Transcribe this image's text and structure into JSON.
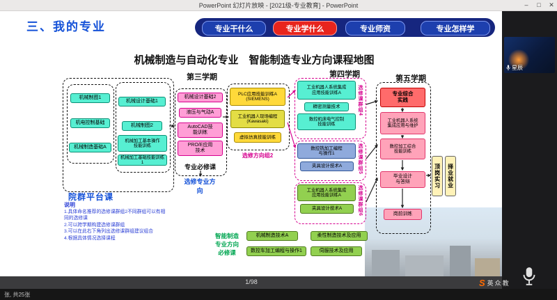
{
  "window": {
    "title": "PowerPoint 幻灯片放映 - [2021级-专业教育] - PowerPoint",
    "minimize": "–",
    "maximize": "□",
    "close": "✕"
  },
  "meeting": {
    "participant": "星辰",
    "page_indicator": "1/98",
    "slide_count": "张, 共25张",
    "logo_mark": "S",
    "logo_text": "英众教"
  },
  "slide": {
    "title": "三、我的专业",
    "nav": [
      {
        "label": "专业干什么"
      },
      {
        "label": "专业学什么"
      },
      {
        "label": "专业师资"
      },
      {
        "label": "专业怎样学"
      }
    ],
    "nav_color": "#1d3fae",
    "active_nav_color": "#e8251d",
    "heading": "机械制造与自动化专业　智能制造专业方向课程地图",
    "terms": {
      "t3": "第三学期",
      "t4": "第四学期",
      "t5": "第五学期"
    },
    "platform": {
      "label": "院群平台课",
      "a": [
        "机械制图1",
        "机电控制基础",
        "机械制造基础A"
      ],
      "b": [
        "机械设计基础1",
        "机械制图2",
        "机械加工基本操作\n技能训练",
        "机械加工基础技能训练1"
      ]
    },
    "required": {
      "label": "专业必修课",
      "next": "选修专业方向",
      "courses": [
        "机械设计基础2",
        "液压与气动A",
        "AutoCAD技\n能训练",
        "PRO/E应用\n技术"
      ]
    },
    "direction": {
      "label": "选修方向组2",
      "courses": [
        "PLC应用技能训练A\n(SIEMENS)",
        "工业机器人现场编程\n(Kawasaki)",
        "虚拟仿真技能训练"
      ]
    },
    "groupA": {
      "label": "选修课群组4",
      "courses": [
        "工业机器人系统集成\n应用技能训练A",
        "精密测量技术",
        "数控机床电气控制\n技能训练"
      ]
    },
    "groupB": {
      "label": "选修课群组5",
      "courses": [
        "数控铣加工编程\n与操作1",
        "夹具设计技术A"
      ]
    },
    "groupC": {
      "label": "选修课群组6",
      "courses": [
        "工业机器人系统集成\n应用技能训练A",
        "夹具设计技术A"
      ]
    },
    "term5": {
      "courses": [
        "专业综合\n实践",
        "工业机器人系统\n集成应用与维护",
        "数控加工综合\n技能训练",
        "毕业设计\n与答辩",
        "岗前训练"
      ]
    },
    "outcome": [
      "顶岗实习",
      "择业就业"
    ],
    "notes": {
      "title": "说明",
      "lines": [
        "1.具体命名推荐的选修课群组2不同群组可以有相同的选修课",
        "2.可以跨学期构建选修课群组",
        "3.可以在此右下角列出选修课群组建议组合",
        "4.根据具体情况选择课程"
      ]
    },
    "smart": {
      "label": "智能制造\n专业方向\n必修课",
      "courses": [
        "机械制造技术A",
        "柔性制造技术及应用",
        "数控车加工编程与操作1",
        "伺服技术及应用"
      ]
    }
  }
}
